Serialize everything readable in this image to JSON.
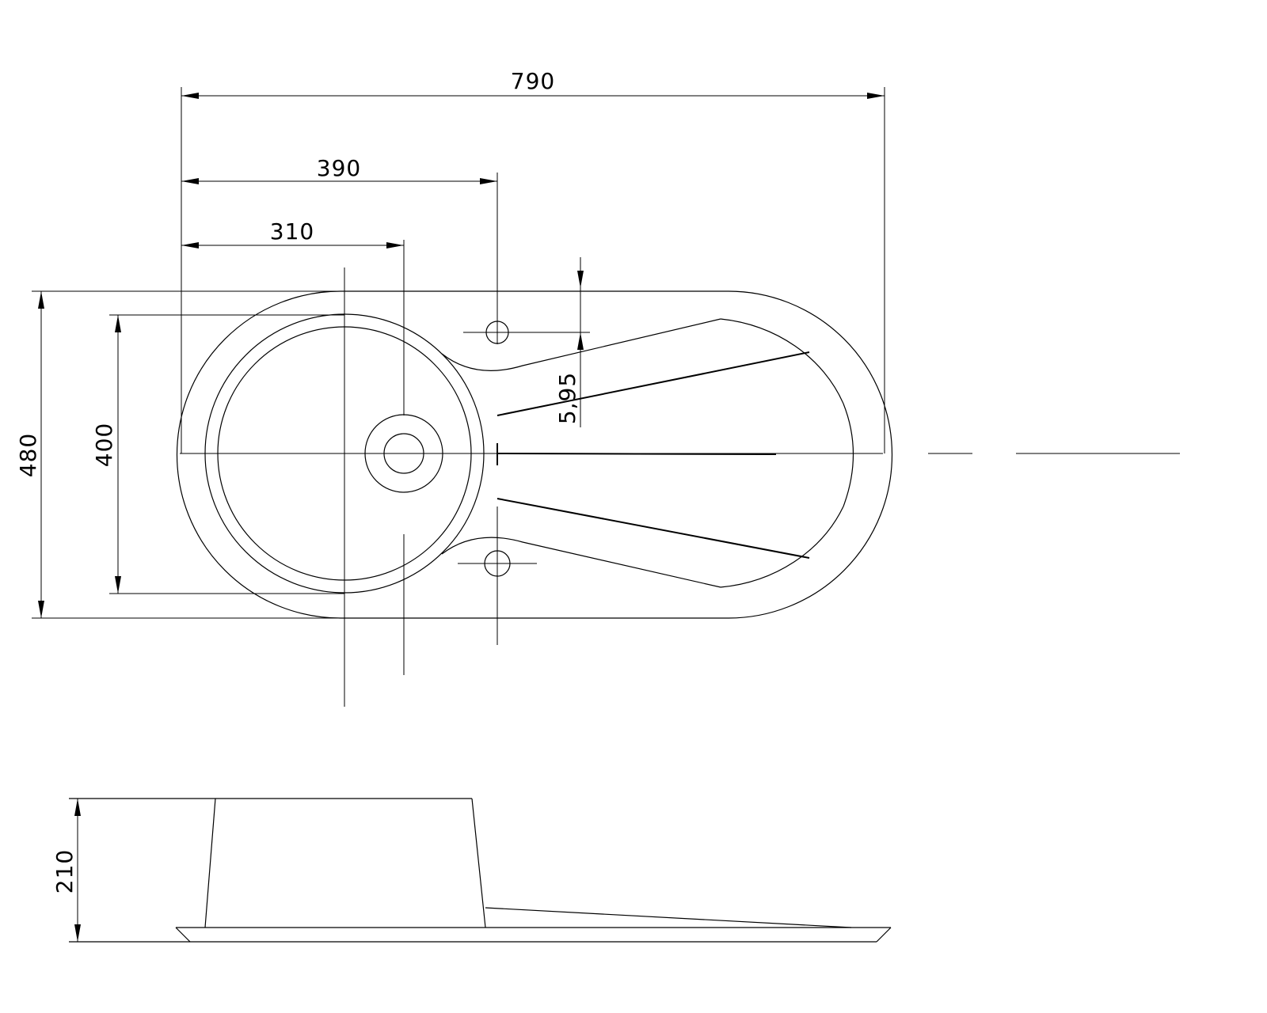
{
  "drawing": {
    "top_view": {
      "dimensions": {
        "overall_length": "790",
        "distance_390": "390",
        "distance_310": "310",
        "overall_height": "480",
        "bowl_diameter": "400",
        "tap_hole_offset": "5,95"
      }
    },
    "side_view": {
      "dimensions": {
        "depth": "210"
      }
    },
    "colors": {
      "line": "#000000",
      "background": "#ffffff"
    }
  }
}
